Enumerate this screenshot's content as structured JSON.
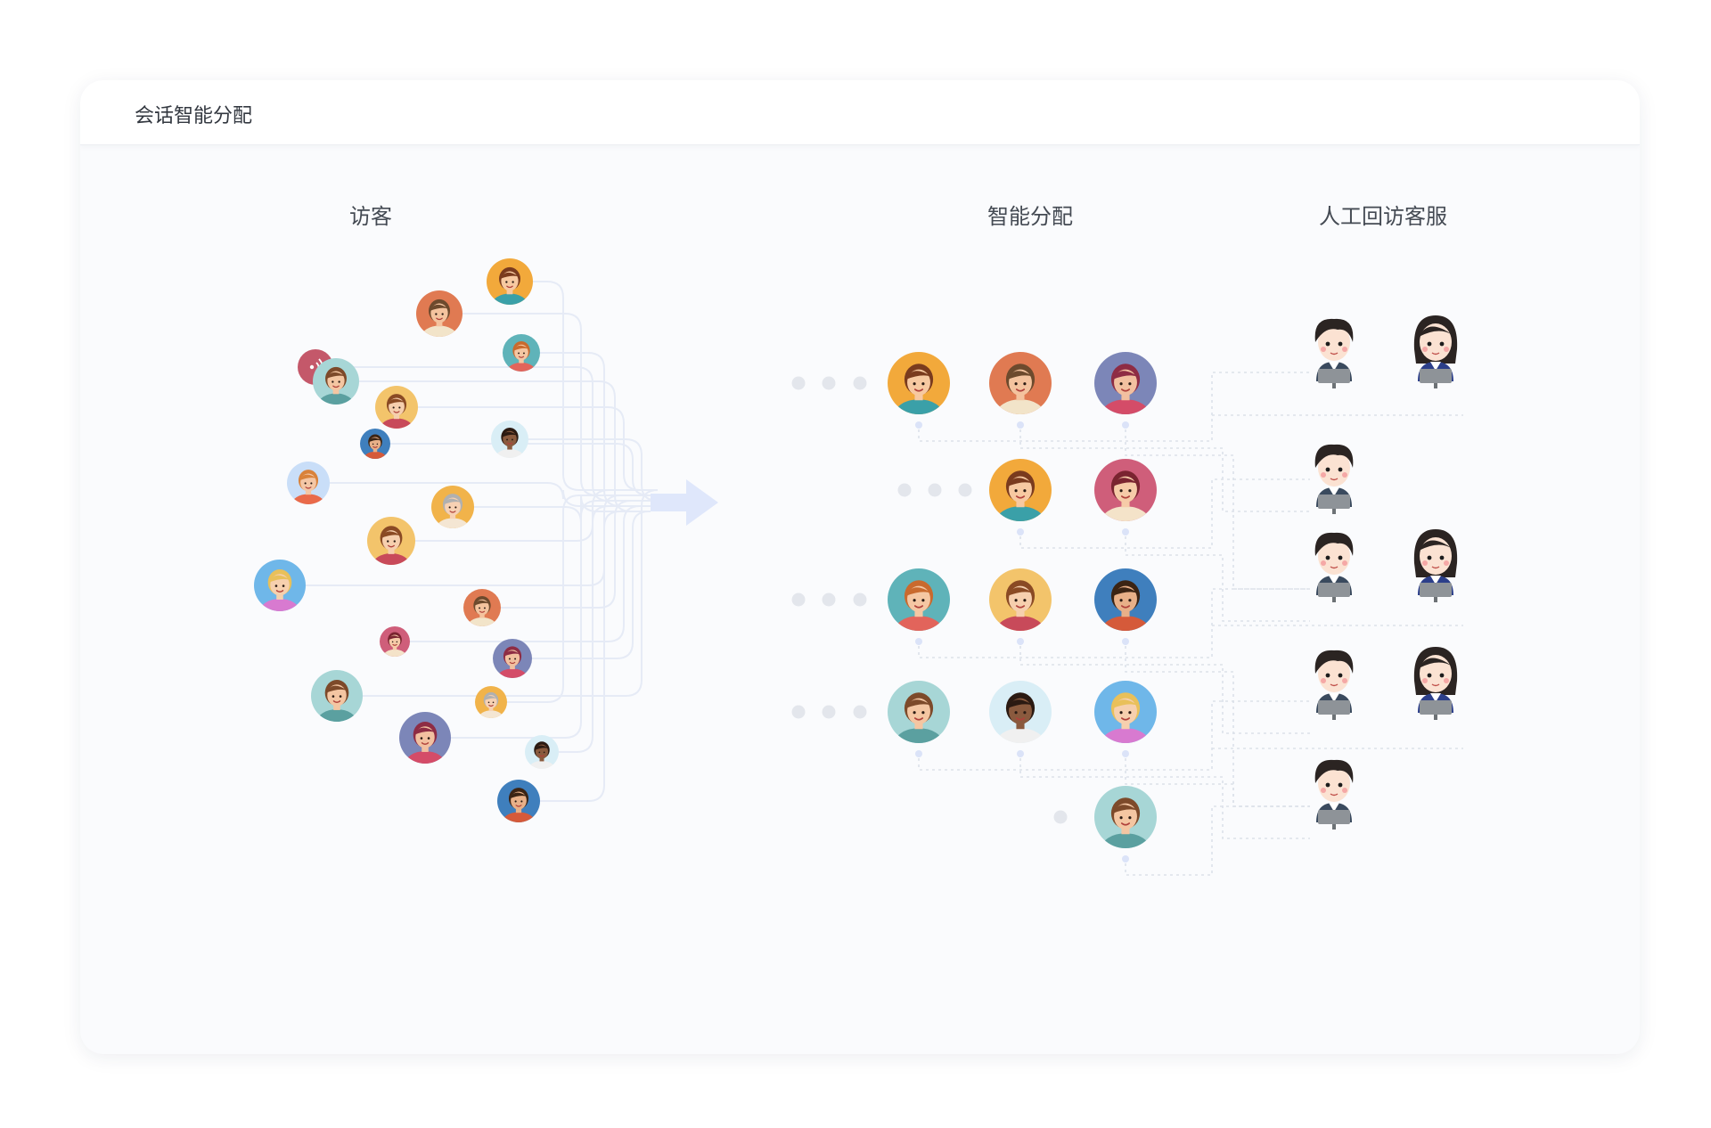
{
  "card": {
    "title": "会话智能分配"
  },
  "columns": {
    "visitors": "访客",
    "smart_assign": "智能分配",
    "agents": "人工回访客服"
  },
  "colors": {
    "connector_line": "#e6ebf6",
    "flow_arrow": "#dfe7fb",
    "dotted_line": "#dde2ea",
    "queue_dot": "#e3e6ec",
    "small_dot": "#dbe3f8"
  },
  "icons": {
    "visitor_avatar": "person-avatar-icon",
    "speaker": "speaker-icon",
    "arrow": "arrow-right-icon",
    "agent": "customer-service-agent-icon"
  }
}
